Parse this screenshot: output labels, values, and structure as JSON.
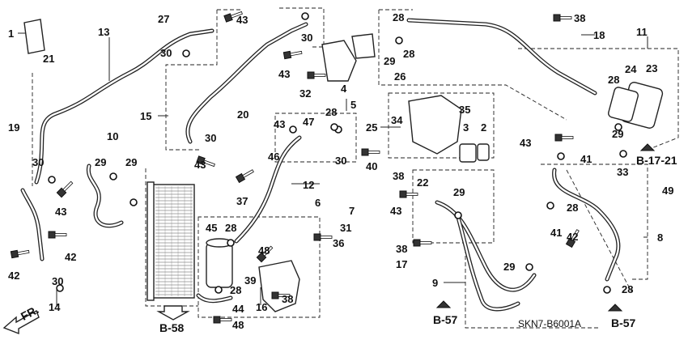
{
  "diagram_code": "SKN7-B6001A",
  "front_label": "FR.",
  "page_refs": {
    "b58": "B-58",
    "b57_left": "B-57",
    "b57_right": "B-57",
    "b1721": "B-17-21"
  },
  "callouts": {
    "c1": "1",
    "c2": "2",
    "c3": "3",
    "c4": "4",
    "c5": "5",
    "c6": "6",
    "c7": "7",
    "c8": "8",
    "c9": "9",
    "c10": "10",
    "c11": "11",
    "c12": "12",
    "c13": "13",
    "c14": "14",
    "c15": "15",
    "c16": "16",
    "c17": "17",
    "c18": "18",
    "c19": "19",
    "c20": "20",
    "c21": "21",
    "c22": "22",
    "c23": "23",
    "c24": "24",
    "c25": "25",
    "c26": "26",
    "c27": "27",
    "c28a": "28",
    "c28b": "28",
    "c28c": "28",
    "c28d": "28",
    "c28e": "28",
    "c28f": "28",
    "c28g": "28",
    "c28h": "28",
    "c29a": "29",
    "c29b": "29",
    "c29c": "29",
    "c29d": "29",
    "c29e": "29",
    "c29f": "29",
    "c30a": "30",
    "c30b": "30",
    "c30c": "30",
    "c30d": "30",
    "c30e": "30",
    "c30f": "30",
    "c31": "31",
    "c32": "32",
    "c33": "33",
    "c34": "34",
    "c35": "35",
    "c36": "36",
    "c37": "37",
    "c38a": "38",
    "c38b": "38",
    "c38c": "38",
    "c38d": "38",
    "c39": "39",
    "c40": "40",
    "c41a": "41",
    "c41b": "41",
    "c42a": "42",
    "c42b": "42",
    "c42c": "42",
    "c43a": "43",
    "c43b": "43",
    "c43c": "43",
    "c43d": "43",
    "c43e": "43",
    "c43f": "43",
    "c43g": "43",
    "c44": "44",
    "c45": "45",
    "c46": "46",
    "c47": "47",
    "c48a": "48",
    "c48b": "48",
    "c49": "49"
  }
}
